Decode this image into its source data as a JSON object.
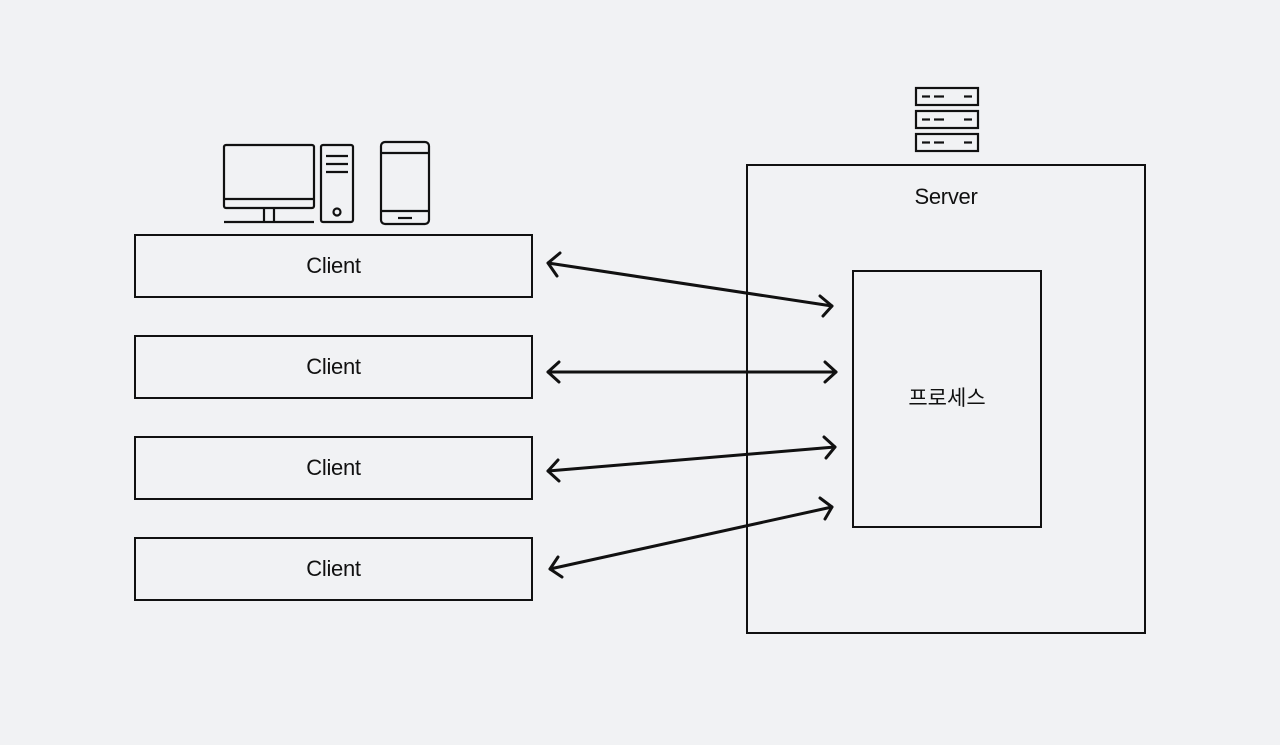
{
  "clients": [
    {
      "label": "Client"
    },
    {
      "label": "Client"
    },
    {
      "label": "Client"
    },
    {
      "label": "Client"
    }
  ],
  "server": {
    "label": "Server",
    "process_label": "프로세스"
  },
  "icons": {
    "client_devices": [
      "desktop-monitor-icon",
      "pc-tower-icon",
      "smartphone-icon"
    ],
    "server": "server-rack-icon"
  },
  "colors": {
    "background": "#f1f2f4",
    "stroke": "#111111"
  }
}
